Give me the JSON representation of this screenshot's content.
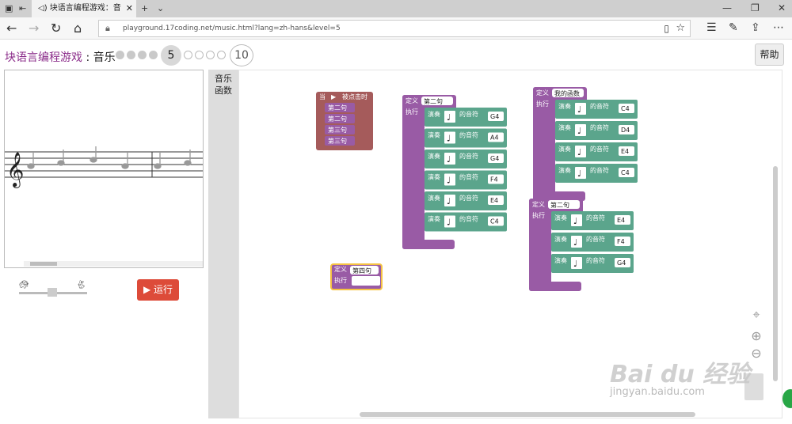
{
  "browser": {
    "tab_title": "块语言编程游戏：音",
    "url_host": "playground.17coding.net",
    "url_path": "/music.html?lang=zh-hans&level=5"
  },
  "page": {
    "title_main": "块语言编程游戏",
    "title_sep": " : ",
    "title_sub": "音乐",
    "current_level": "5",
    "last_level": "10",
    "help_label": "帮助",
    "run_label": "运行"
  },
  "toolbox": {
    "categories": [
      "音乐",
      "函数"
    ]
  },
  "blocks": {
    "when_label": "当",
    "clicked_label": "被点击时",
    "define_label": "定义",
    "do_label": "执行",
    "play_label": "演奏",
    "note_label": "的音符",
    "calls": [
      "第二句",
      "第二句",
      "第三句",
      "第三句"
    ],
    "func1_name": "第二句",
    "func1_notes": [
      "G4",
      "A4",
      "G4",
      "F4",
      "E4",
      "C4"
    ],
    "func2_name": "我的函数",
    "func2_notes": [
      "C4",
      "D4",
      "E4",
      "C4"
    ],
    "func3_name": "第二句",
    "func3_notes": [
      "E4",
      "F4",
      "G4"
    ],
    "func4_name": "第四句"
  },
  "watermark": {
    "brand": "Bai du 经验",
    "domain": "jingyan.baidu.com"
  },
  "colors": {
    "function_block": "#995ba5",
    "event_block": "#a55b5b",
    "music_block": "#5ba58c",
    "run_button": "#dd4b39",
    "title": "#8b2c8a"
  }
}
